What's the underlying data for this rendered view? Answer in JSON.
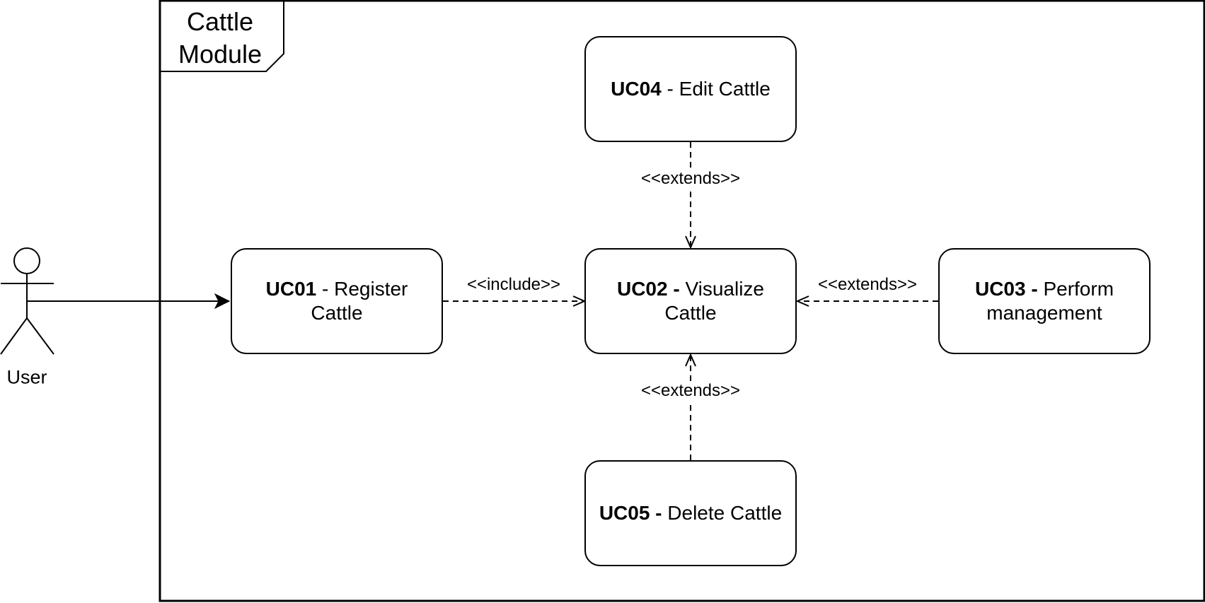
{
  "frame": {
    "label_line1": "Cattle",
    "label_line2": "Module"
  },
  "actor": {
    "name": "User"
  },
  "use_cases": {
    "uc01": {
      "code": "UC01",
      "sep": " - ",
      "name": "Register Cattle"
    },
    "uc02": {
      "code": "UC02",
      "sep": " - ",
      "name": "Visualize Cattle"
    },
    "uc03": {
      "code": "UC03",
      "sep": " - ",
      "name": "Perform management"
    },
    "uc04": {
      "code": "UC04",
      "sep": " - ",
      "name": "Edit Cattle"
    },
    "uc05": {
      "code": "UC05",
      "sep": " - ",
      "name": "Delete Cattle"
    }
  },
  "relations": {
    "include": "<<include>>",
    "extends_top": "<<extends>>",
    "extends_right": "<<extends>>",
    "extends_bottom": "<<extends>>"
  }
}
